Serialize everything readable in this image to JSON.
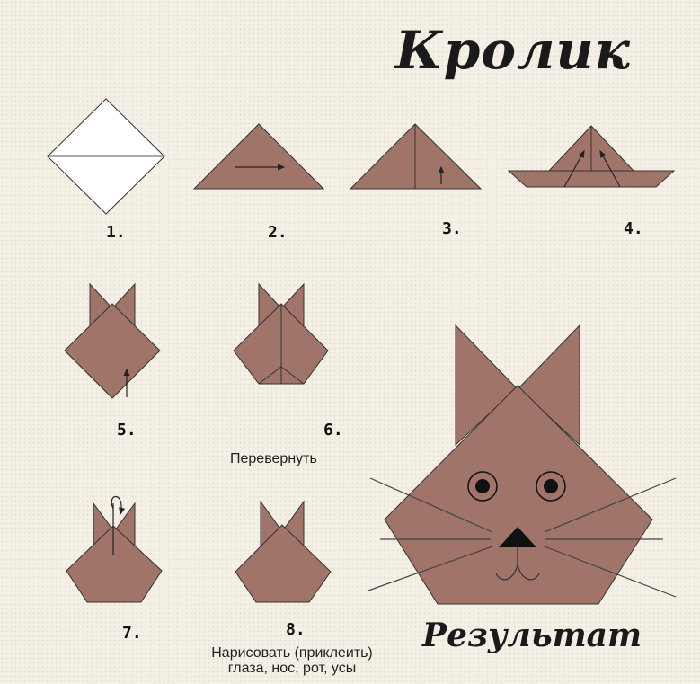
{
  "title": "Кролик",
  "result_label": "Результат",
  "steps": [
    {
      "number": "1."
    },
    {
      "number": "2."
    },
    {
      "number": "3."
    },
    {
      "number": "4."
    },
    {
      "number": "5."
    },
    {
      "number": "6."
    },
    {
      "number": "7."
    },
    {
      "number": "8."
    }
  ],
  "notes": {
    "flip": "Перевернуть",
    "draw_line1": "Нарисовать (приклеить)",
    "draw_line2": "глаза, нос, рот, усы"
  },
  "colors": {
    "paper_front": "#a07469",
    "paper_back": "#ffffff",
    "outline": "#333333",
    "background": "#f5f0e6"
  }
}
